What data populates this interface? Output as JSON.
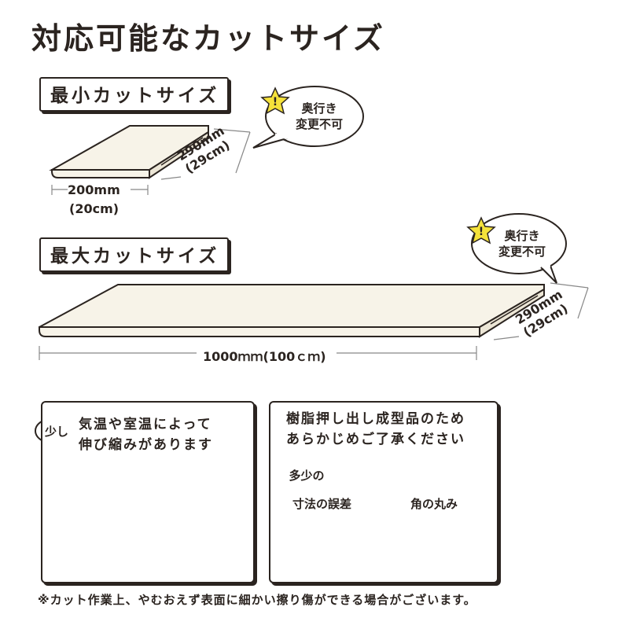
{
  "title": "対応可能なカットサイズ",
  "min_section": {
    "label": "最小カットサイズ",
    "depth": "290mm",
    "depth_cm": "(29cm)",
    "width": "200mm",
    "width_cm": "(20cm)",
    "bubble_line1": "奥行き",
    "bubble_line2": "変更不可"
  },
  "max_section": {
    "label": "最大カットサイズ",
    "depth": "290mm",
    "depth_cm": "(29cm)",
    "width": "1000ｍｍ(100ｃｍ)",
    "bubble_line1": "奥行き",
    "bubble_line2": "変更不可"
  },
  "panel_left": {
    "badge": "少し",
    "line1": "気温や室温によって",
    "line2": "伸び縮みがあります"
  },
  "panel_right": {
    "line1": "樹脂押し出し成型品のため",
    "line2": "あらかじめご了承ください",
    "badge": "多少の",
    "item1": "寸法の誤差",
    "item2": "角の丸み"
  },
  "note": "※カット作業上、やむおえず表面に細かい擦り傷ができる場合がございます。",
  "colors": {
    "text": "#2b2420",
    "board": "#f7f3e8",
    "hot": "#e03a2f",
    "cold": "#2a9fd8",
    "star": "#f5e23a"
  }
}
